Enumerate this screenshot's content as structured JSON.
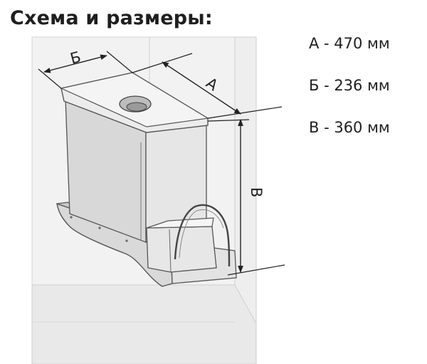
{
  "title": "Схема и размеры:",
  "diagram_labels": {
    "width": "Б",
    "depth": "А",
    "height": "В"
  },
  "dimensions": [
    {
      "text": "А - 470 мм"
    },
    {
      "text": "Б - 236 мм"
    },
    {
      "text": "В - 360 мм"
    }
  ]
}
